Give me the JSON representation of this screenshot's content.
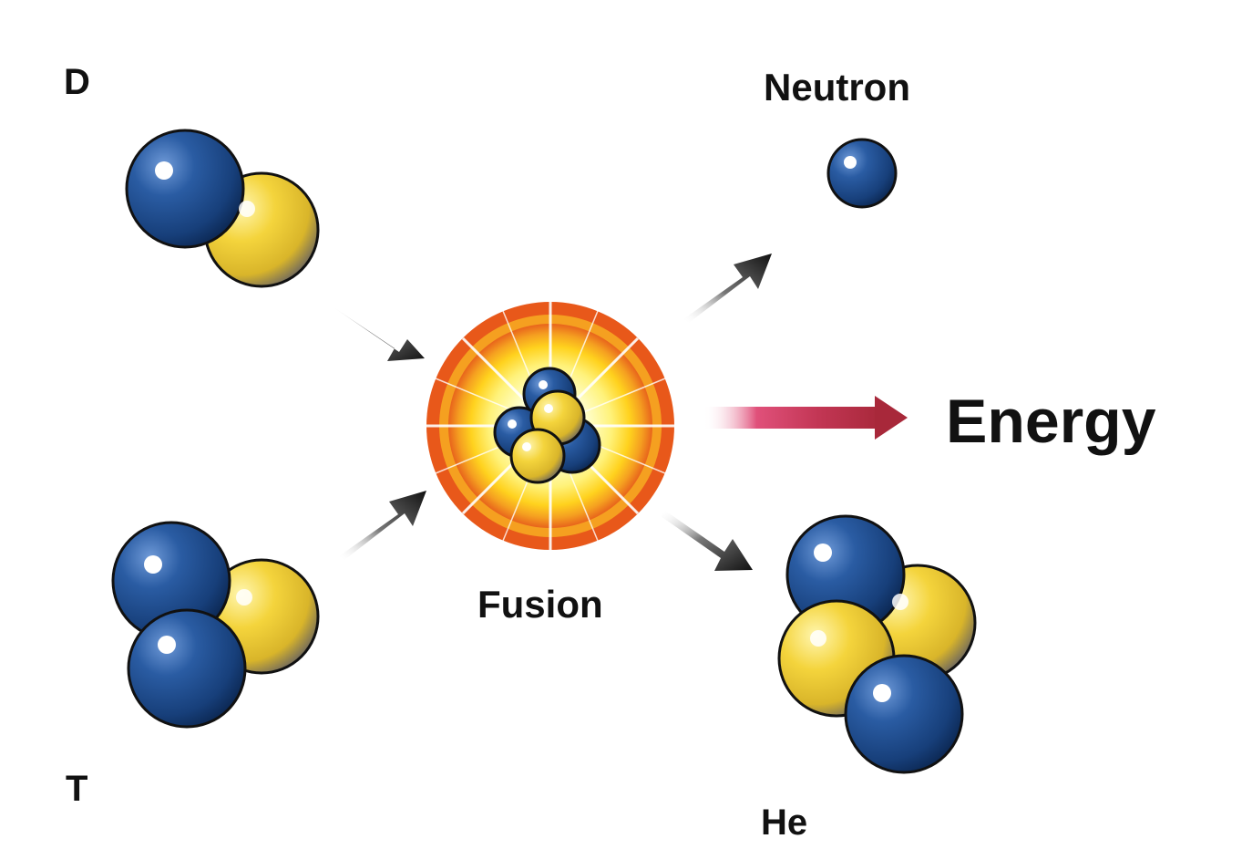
{
  "labels": {
    "deuterium": "D",
    "tritium": "T",
    "neutron": "Neutron",
    "fusion": "Fusion",
    "energy": "Energy",
    "helium": "He"
  },
  "colors": {
    "neutron_blue": "#1f4f8f",
    "proton_yellow": "#f2d33a",
    "energy_arrow": "#b02a3a",
    "flash_orange": "#e85a1a",
    "arrow_dark": "#222222"
  }
}
